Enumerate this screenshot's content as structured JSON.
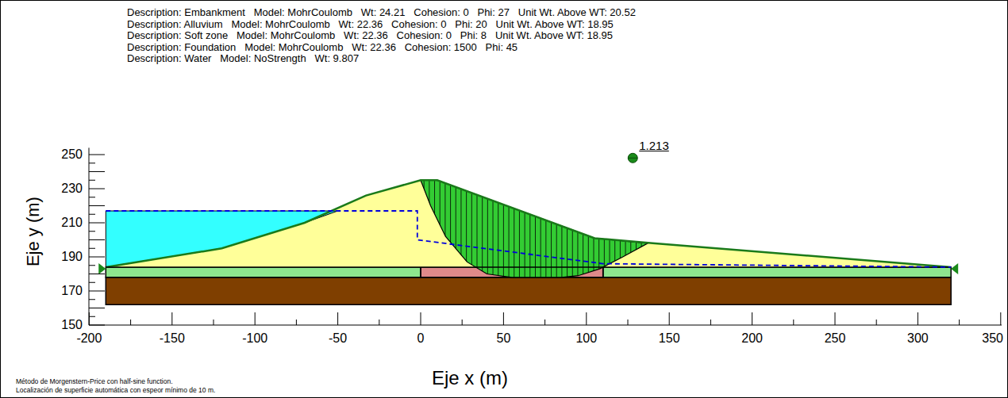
{
  "diagram": {
    "labels": [
      "Description: Embankment   Model: MohrCoulomb   Wt: 24.21   Cohesion: 0   Phi: 27   Unit Wt. Above WT: 20.52",
      "Description: Alluvium   Model: MohrCoulomb   Wt: 22.36   Cohesion: 0   Phi: 20   Unit Wt. Above WT: 18.95",
      "Description: Soft zone   Model: MohrCoulomb   Wt: 22.36   Cohesion: 0   Phi: 8   Unit Wt. Above WT: 18.95",
      "Description: Foundation   Model: MohrCoulomb   Wt: 22.36   Cohesion: 1500   Phi: 45",
      "Description: Water   Model: NoStrength   Wt: 9.807",
      "1.213",
      "250",
      "230",
      "210",
      "190",
      "170",
      "150",
      "-200",
      "-150",
      "-100",
      "-50",
      "0",
      "50",
      "100",
      "150",
      "200",
      "250",
      "300",
      "350",
      "Eje y (m)",
      "Eje x (m)",
      "Método de Morgenstern-Price con half-sine function.",
      "Localización de superficie automática con espeor mínimo de 10 m."
    ]
  }
}
